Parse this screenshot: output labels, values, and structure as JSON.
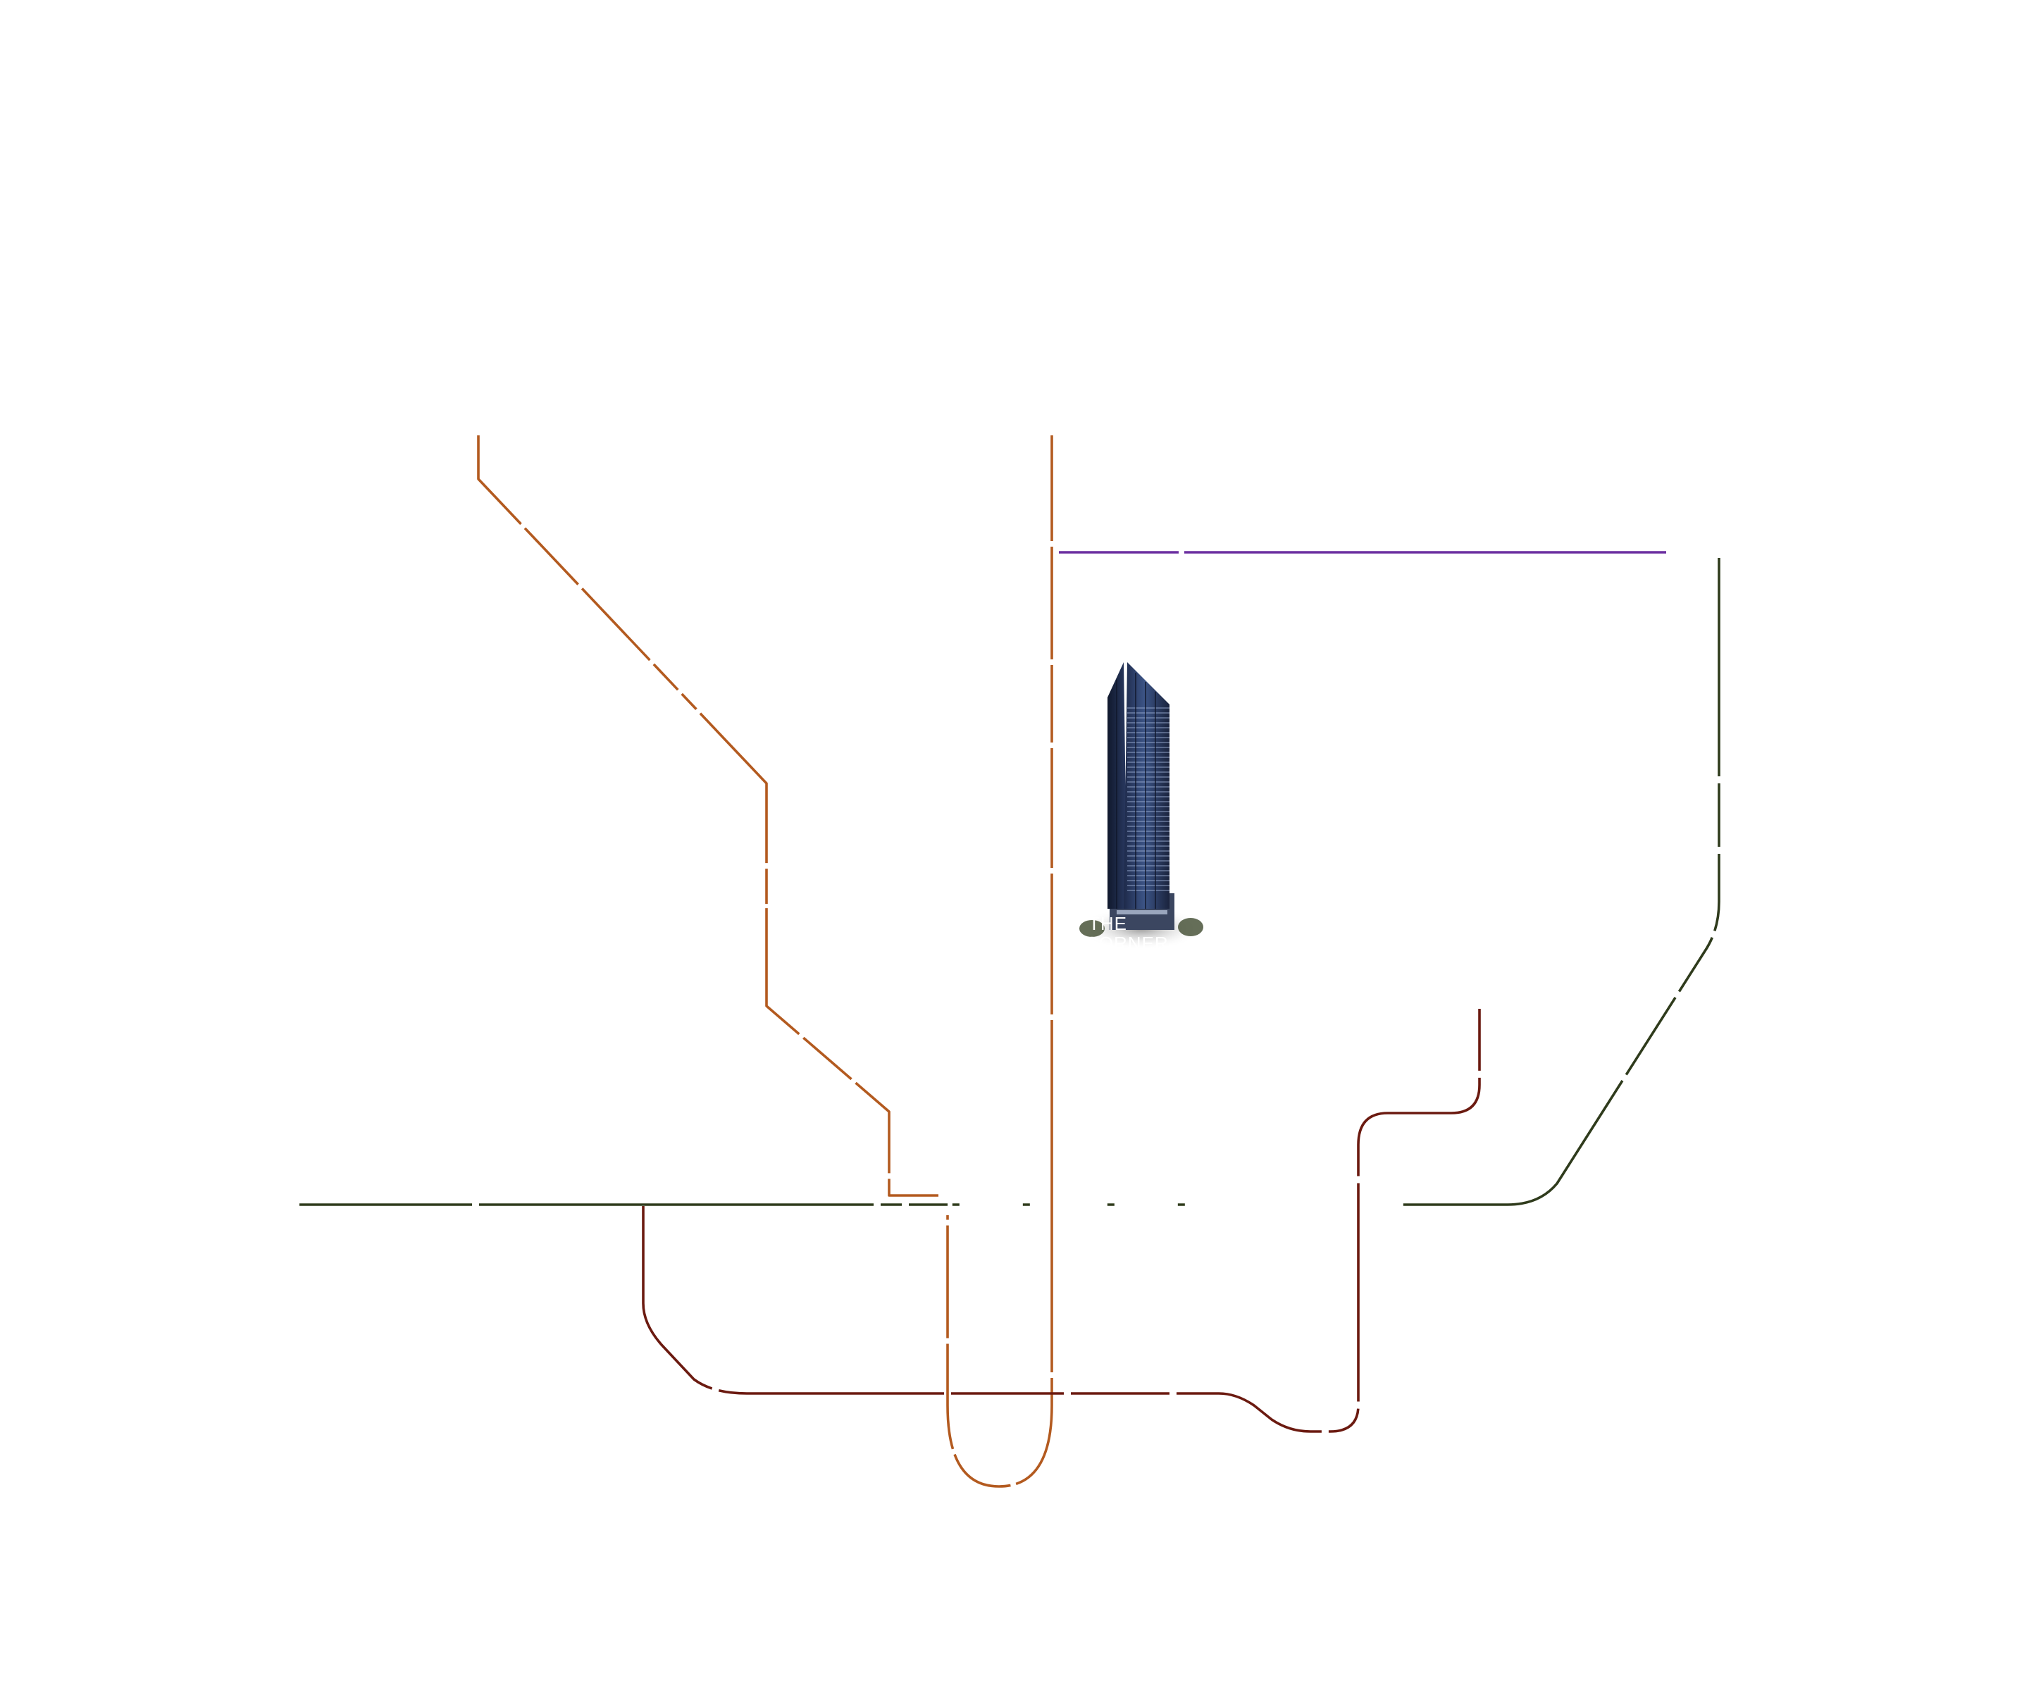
{
  "map": {
    "lines": [
      {
        "name": "route-orange-northwest",
        "color": "#b35a1f"
      },
      {
        "name": "route-orange-vertical",
        "color": "#b35a1f"
      },
      {
        "name": "route-purple",
        "color": "#6b2fa0"
      },
      {
        "name": "route-green-east",
        "color": "#2f3b1c"
      },
      {
        "name": "route-green-main",
        "color": "#2f3b1c"
      },
      {
        "name": "route-maroon-loop",
        "color": "#6b1a10"
      }
    ],
    "building": {
      "brand_line1": "THE",
      "brand_line2": "CORNER",
      "glass_color": "#2a3a63"
    }
  }
}
